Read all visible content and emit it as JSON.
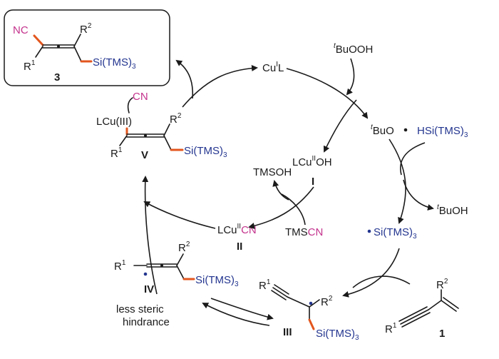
{
  "product": {
    "nc": "NC",
    "r1": "R",
    "r1_sup": "1",
    "r2": "R",
    "r2_sup": "2",
    "si": "Si(TMS)",
    "si_sub": "3",
    "number": "3"
  },
  "catalyst": {
    "cu": "Cu",
    "ox": "I",
    "ligand": "L"
  },
  "peroxide": {
    "t": "t",
    "name": "BuOOH"
  },
  "tbuo_radical": {
    "t": "t",
    "name": "BuO"
  },
  "silane": {
    "name": "HSi(TMS)",
    "sub": "3"
  },
  "tbuoh": {
    "t": "t",
    "name": "BuOH"
  },
  "si_radical": {
    "name": "Si(TMS)",
    "sub": "3"
  },
  "cuoh": {
    "pre": "LCu",
    "ox": "II",
    "post": "OH",
    "label": "I"
  },
  "tmsoh": {
    "name": "TMSOH"
  },
  "cucn": {
    "pre": "LCu",
    "ox": "II",
    "cn": "CN",
    "label": "II"
  },
  "tmscn": {
    "tms": "TMS",
    "cn": "CN"
  },
  "species_v": {
    "cn": "CN",
    "lcu": "LCu(III)",
    "r1": "R",
    "r1_sup": "1",
    "r2": "R",
    "r2_sup": "2",
    "si": "Si(TMS)",
    "si_sub": "3",
    "label": "V"
  },
  "species_iv": {
    "r1": "R",
    "r1_sup": "1",
    "r2": "R",
    "r2_sup": "2",
    "si": "Si(TMS)",
    "si_sub": "3",
    "label": "IV",
    "note_line1": "less steric",
    "note_line2": "hindrance"
  },
  "species_iii": {
    "r1": "R",
    "r1_sup": "1",
    "r2": "R",
    "r2_sup": "2",
    "si": "Si(TMS)",
    "si_sub": "3",
    "label": "III"
  },
  "substrate_1": {
    "r1": "R",
    "r1_sup": "1",
    "r2": "R",
    "r2_sup": "2",
    "label": "1"
  },
  "colors": {
    "black": "#1a1a1a",
    "blue": "#23358f",
    "magenta": "#c4338d",
    "orange": "#e3561e"
  }
}
